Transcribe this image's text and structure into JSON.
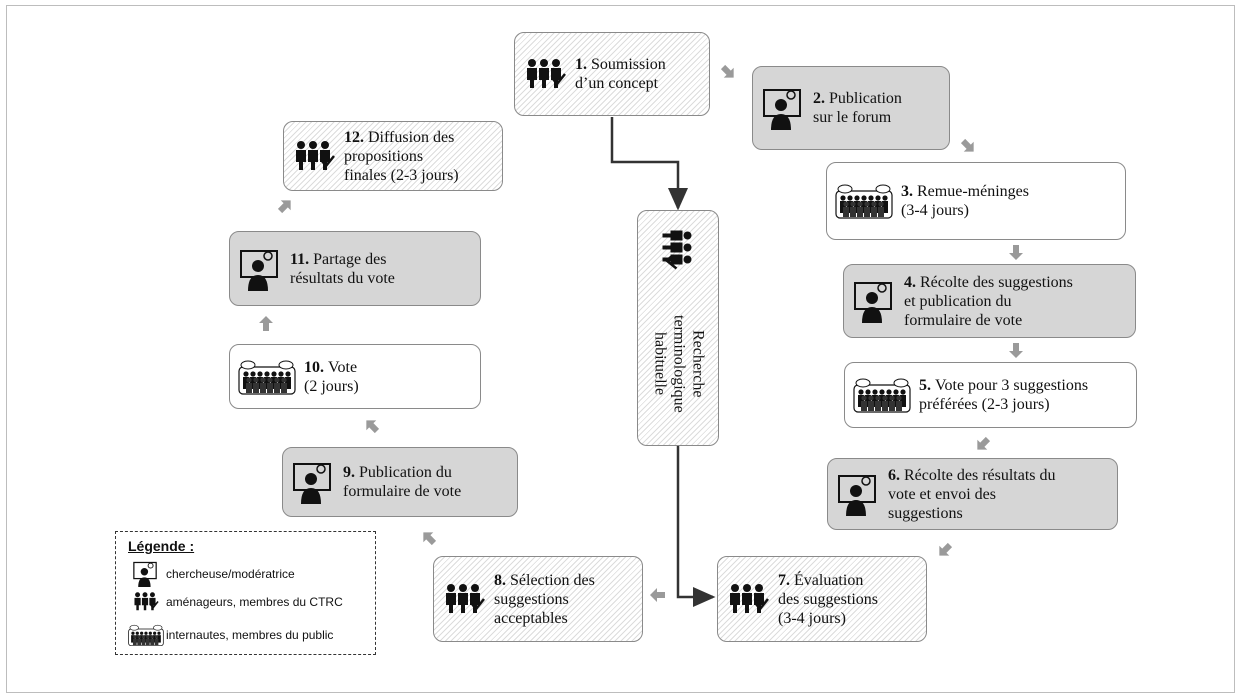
{
  "steps": [
    {
      "num": "1.",
      "text": [
        "Soumission",
        "d’un concept"
      ],
      "icon": "committee-icon"
    },
    {
      "num": "2.",
      "text": [
        "Publication",
        "sur le forum"
      ],
      "icon": "moderator-icon"
    },
    {
      "num": "3.",
      "text": [
        "Remue-méninges",
        "(3-4 jours)"
      ],
      "icon": "public-icon"
    },
    {
      "num": "4.",
      "text": [
        "Récolte des suggestions",
        "et publication du",
        "formulaire de vote"
      ],
      "icon": "moderator-icon"
    },
    {
      "num": "5.",
      "text": [
        "Vote pour 3 suggestions",
        "préférées (2-3 jours)"
      ],
      "icon": "public-icon"
    },
    {
      "num": "6.",
      "text": [
        "Récolte des résultats du",
        "vote et envoi des",
        "suggestions"
      ],
      "icon": "moderator-icon"
    },
    {
      "num": "7.",
      "text": [
        "Évaluation",
        "des suggestions",
        "(3-4 jours)"
      ],
      "icon": "committee-icon"
    },
    {
      "num": "8.",
      "text": [
        "Sélection des",
        "suggestions",
        "acceptables"
      ],
      "icon": "committee-icon"
    },
    {
      "num": "9.",
      "text": [
        "Publication du",
        "formulaire de vote"
      ],
      "icon": "moderator-icon"
    },
    {
      "num": "10.",
      "text": [
        "Vote",
        "(2 jours)"
      ],
      "icon": "public-icon"
    },
    {
      "num": "11.",
      "text": [
        "Partage des",
        "résultats du vote"
      ],
      "icon": "moderator-icon"
    },
    {
      "num": "12.",
      "text": [
        "Diffusion des",
        "propositions",
        "finales (2-3 jours)"
      ],
      "icon": "committee-icon"
    }
  ],
  "center": {
    "text": "Recherche terminologique habituelle",
    "icon": "committee-icon"
  },
  "legend": {
    "title": "Légende :",
    "items": [
      {
        "label": "chercheuse/modératrice",
        "icon": "moderator-icon"
      },
      {
        "label": "aménageurs, membres du CTRC",
        "icon": "committee-icon"
      },
      {
        "label": "internautes, membres du public",
        "icon": "public-icon"
      }
    ]
  },
  "colors": {
    "box_gray": "#d6d6d6",
    "border": "#8a8a8a",
    "arrow": "#9a9a9a",
    "line": "#333333"
  }
}
